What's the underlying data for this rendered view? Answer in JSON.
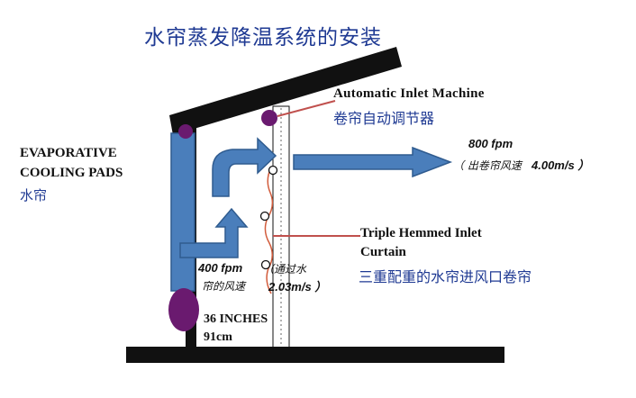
{
  "title": "水帘蒸发降温系统的安装",
  "labels": {
    "inlet_machine_en": "Automatic Inlet Machine",
    "inlet_machine_cn": "卷帘自动调节器",
    "pads_en_line1": "EVAPORATIVE",
    "pads_en_line2": "COOLING PADS",
    "pads_cn": "水帘",
    "outlet_speed": "800 fpm",
    "outlet_speed_cn_prefix": "（ 出卷帘风速",
    "outlet_speed_cn_value": "4.00m/s ）",
    "curtain_en_line1": "Triple Hemmed Inlet",
    "curtain_en_line2": "Curtain",
    "curtain_cn": "三重配重的水帘进风口卷帘",
    "pad_speed": "400 fpm",
    "pad_speed_cn_line1": "（通过水",
    "pad_speed_cn_line2": "帘的风速",
    "pad_speed_value": "2.03m/s ）",
    "height_line1": "36 INCHES",
    "height_line2": "91cm"
  },
  "colors": {
    "arrow_fill": "#4a7ebb",
    "arrow_stroke": "#2f5b8f",
    "structure": "#111111",
    "purple": "#6a1a6f",
    "leader_red": "#c0504d",
    "curtain_line": "#d25c3c"
  }
}
